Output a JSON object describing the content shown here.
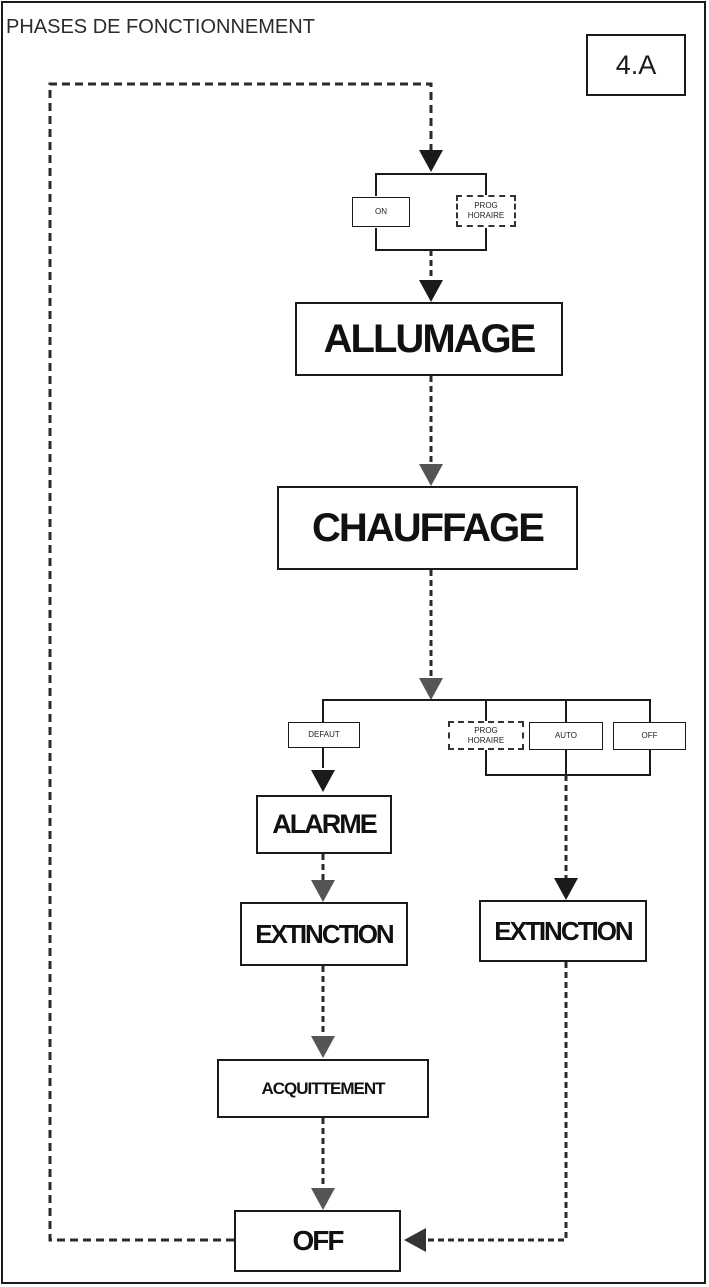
{
  "header": {
    "title": "PHASES DE FONCTIONNEMENT",
    "figure_number": "4.A"
  },
  "conditions": {
    "on": "ON",
    "prog_horaire_top": "PROG\nHORAIRE",
    "defaut": "DEFAUT",
    "prog_horaire_bottom": "PROG\nHORAIRE",
    "auto": "AUTO",
    "off_condition": "OFF"
  },
  "phases": {
    "allumage": "ALLUMAGE",
    "chauffage": "CHAUFFAGE",
    "alarme": "ALARME",
    "extinction_left": "EXTINCTION",
    "extinction_right": "EXTINCTION",
    "acquittement": "ACQUITTEMENT",
    "off": "OFF"
  },
  "colors": {
    "line": "#1a1a1a",
    "dashed_line": "#2a2a2a",
    "arrow_dark": "#1a1a1a",
    "arrow_grey": "#555555"
  }
}
